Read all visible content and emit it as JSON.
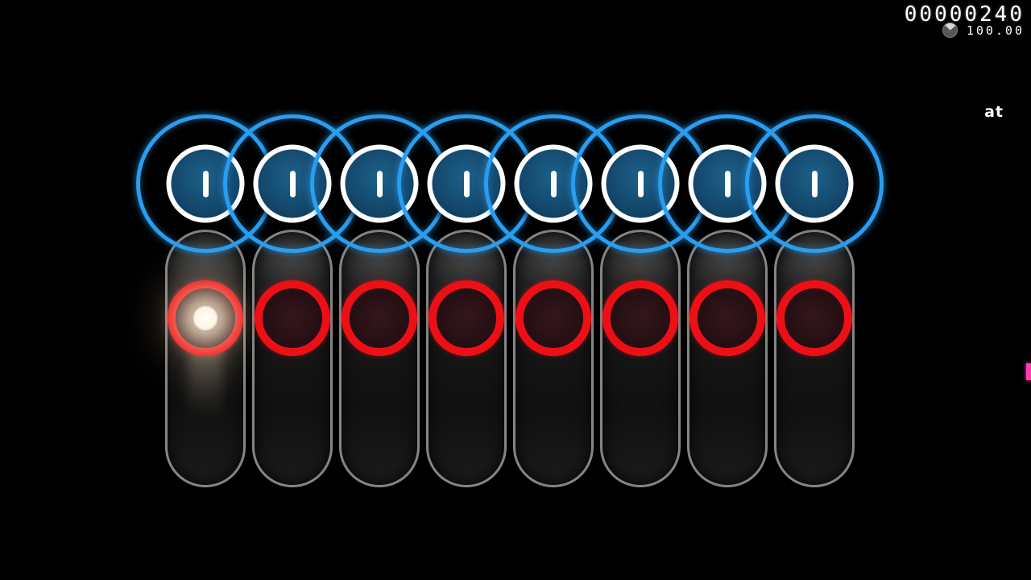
{
  "hud": {
    "score": "00000240",
    "accuracy": "100.00",
    "mod_label": "at"
  },
  "playfield": {
    "columns": [
      {
        "id": 1,
        "combo_number": "1",
        "hit": true
      },
      {
        "id": 2,
        "combo_number": "1",
        "hit": false
      },
      {
        "id": 3,
        "combo_number": "1",
        "hit": false
      },
      {
        "id": 4,
        "combo_number": "1",
        "hit": false
      },
      {
        "id": 5,
        "combo_number": "1",
        "hit": false
      },
      {
        "id": 6,
        "combo_number": "1",
        "hit": false
      },
      {
        "id": 7,
        "combo_number": "1",
        "hit": false
      },
      {
        "id": 8,
        "combo_number": "1",
        "hit": false
      }
    ]
  },
  "colors": {
    "approach_ring": "#2a9df0",
    "hit_circle_fill": "#14476b",
    "hit_circle_border": "#ffffff",
    "receptor_ring": "#ec1016",
    "capsule_border": "#858585",
    "glow": "#fff4e0",
    "progress_marker": "#ff3fb0"
  }
}
